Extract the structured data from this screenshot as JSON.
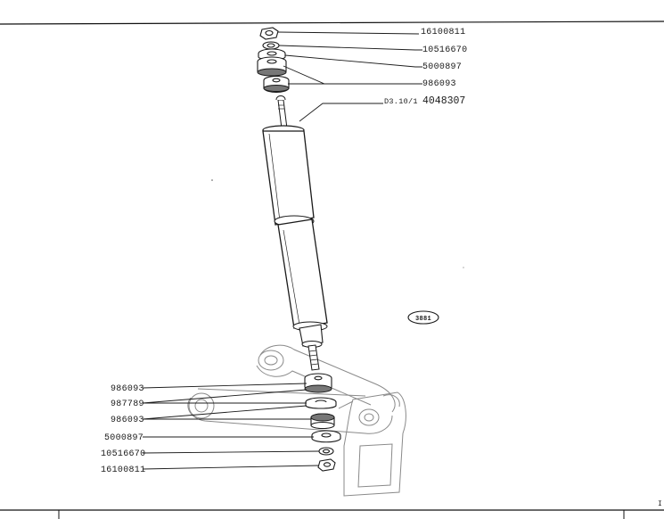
{
  "callouts_top": [
    {
      "part_no": "16100811"
    },
    {
      "part_no": "10516670"
    },
    {
      "part_no": "5000897"
    },
    {
      "part_no": "986093"
    },
    {
      "part_no": "4048307",
      "prefix": "D3.10/1"
    }
  ],
  "callouts_bottom": [
    {
      "part_no": "986093"
    },
    {
      "part_no": "987789"
    },
    {
      "part_no": "986093"
    },
    {
      "part_no": "5000897"
    },
    {
      "part_no": "10516670"
    },
    {
      "part_no": "16100811"
    }
  ],
  "figure_badge": "3881",
  "footer_mark": "I"
}
